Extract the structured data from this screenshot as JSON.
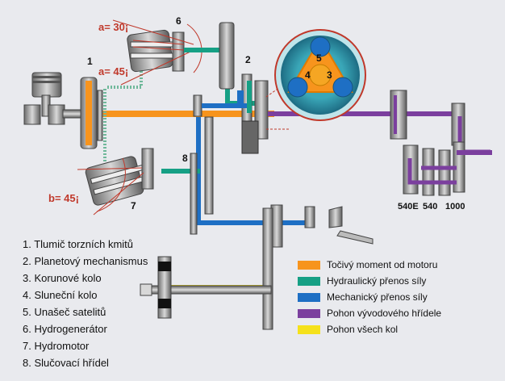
{
  "angles": {
    "a30": "a= 30¡",
    "a45": "a= 45¡",
    "b45": "b= 45¡"
  },
  "numbers": {
    "n1": "1",
    "n2": "2",
    "n3": "3",
    "n4": "4",
    "n5": "5",
    "n6": "6",
    "n7": "7",
    "n8": "8"
  },
  "pto_speeds": [
    "540E",
    "540",
    "1000"
  ],
  "parts": [
    "1. Tlumič torzních kmitů",
    "2. Planetový mechanismus",
    "3. Korunové kolo",
    "4. Sluneční kolo",
    "5. Unašeč satelitů",
    "6. Hydrogenerátor",
    "7. Hydromotor",
    "8. Slučovací hřídel"
  ],
  "legend": [
    {
      "label": "Točivý moment od motoru",
      "color": "#f7941d"
    },
    {
      "label": "Hydraulický přenos síly",
      "color": "#16a085"
    },
    {
      "label": "Mechanický přenos síly",
      "color": "#1e6fc4"
    },
    {
      "label": "Pohon vývodového hřídele",
      "color": "#7b3f9e"
    },
    {
      "label": "Pohon všech kol",
      "color": "#f5e11b"
    }
  ]
}
